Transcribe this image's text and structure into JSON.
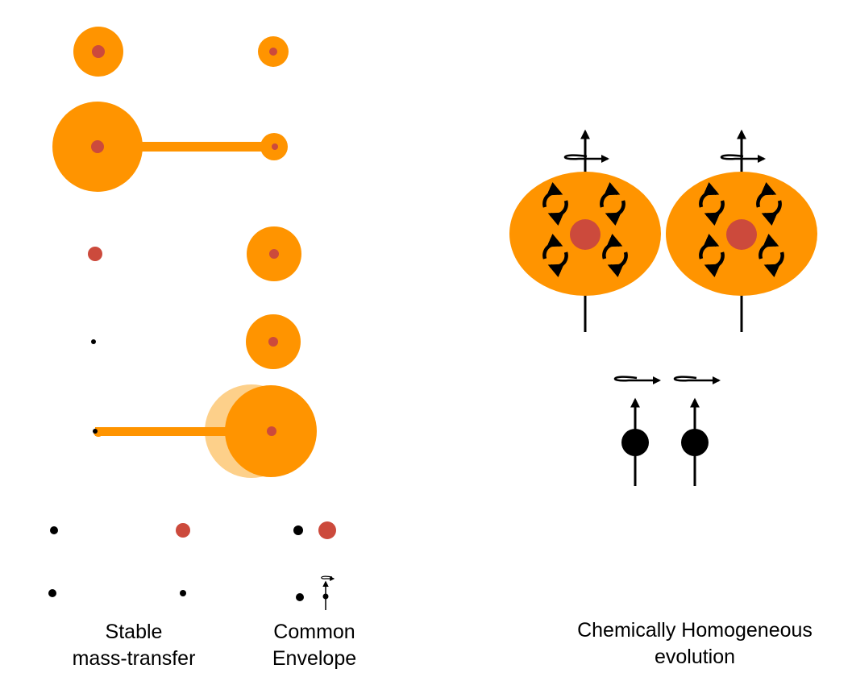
{
  "colors": {
    "envelope": "#FF9400",
    "core": "#CC4A3C",
    "compact": "#000000",
    "envelope_faded": "#FDD08A",
    "background": "#FFFFFF"
  },
  "icons": {
    "spin_arrow": "spin-arrow-icon",
    "mixing": "circular-arrow-icon"
  },
  "labels": {
    "stable_line1": "Stable",
    "stable_line2": "mass-transfer",
    "ce_line1": "Common",
    "ce_line2": "Envelope",
    "che_line1": "Chemically Homogeneous",
    "che_line2": "evolution"
  }
}
